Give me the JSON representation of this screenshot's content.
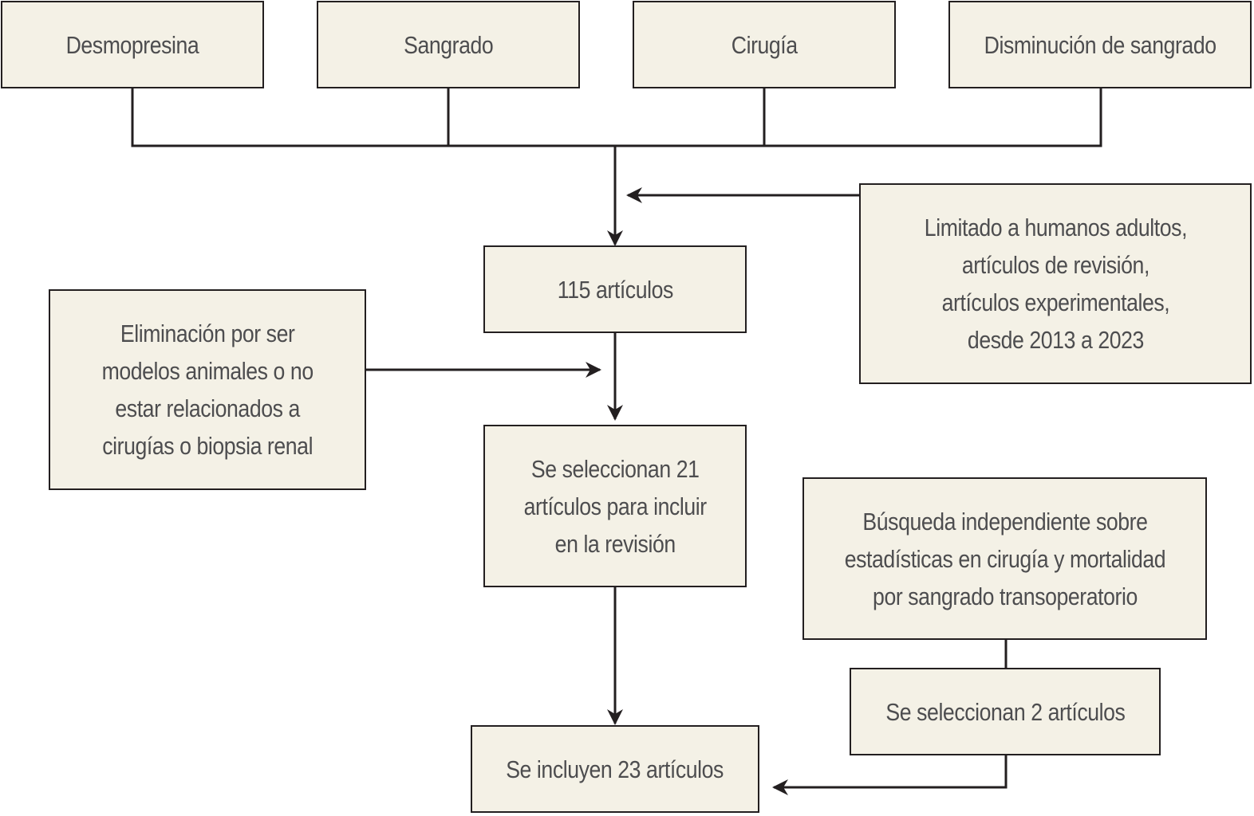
{
  "diagram": {
    "search_terms": [
      "Desmopresina",
      "Sangrado",
      "Cirugía",
      "Disminución de sangrado"
    ],
    "filter_note": "Limitado a humanos adultos,\nartículos de revisión,\nartículos experimentales,\ndesde 2013 a 2023",
    "articles_found": "115 artículos",
    "exclusion_note": "Eliminación por ser\nmodelos animales o no\nestar relacionados a\ncirugías o biopsia renal",
    "selected_review": "Se seleccionan 21\nartículos para incluir\nen la revisión",
    "independent_search": "Búsqueda independiente sobre\nestadísticas en cirugía y mortalidad\npor sangrado transoperatorio",
    "selected_independent": "Se seleccionan 2 artículos",
    "included_total": "Se incluyen 23 artículos"
  },
  "colors": {
    "box_fill": "#f4f1e6",
    "border": "#231f20",
    "text": "#4d4d4f"
  }
}
